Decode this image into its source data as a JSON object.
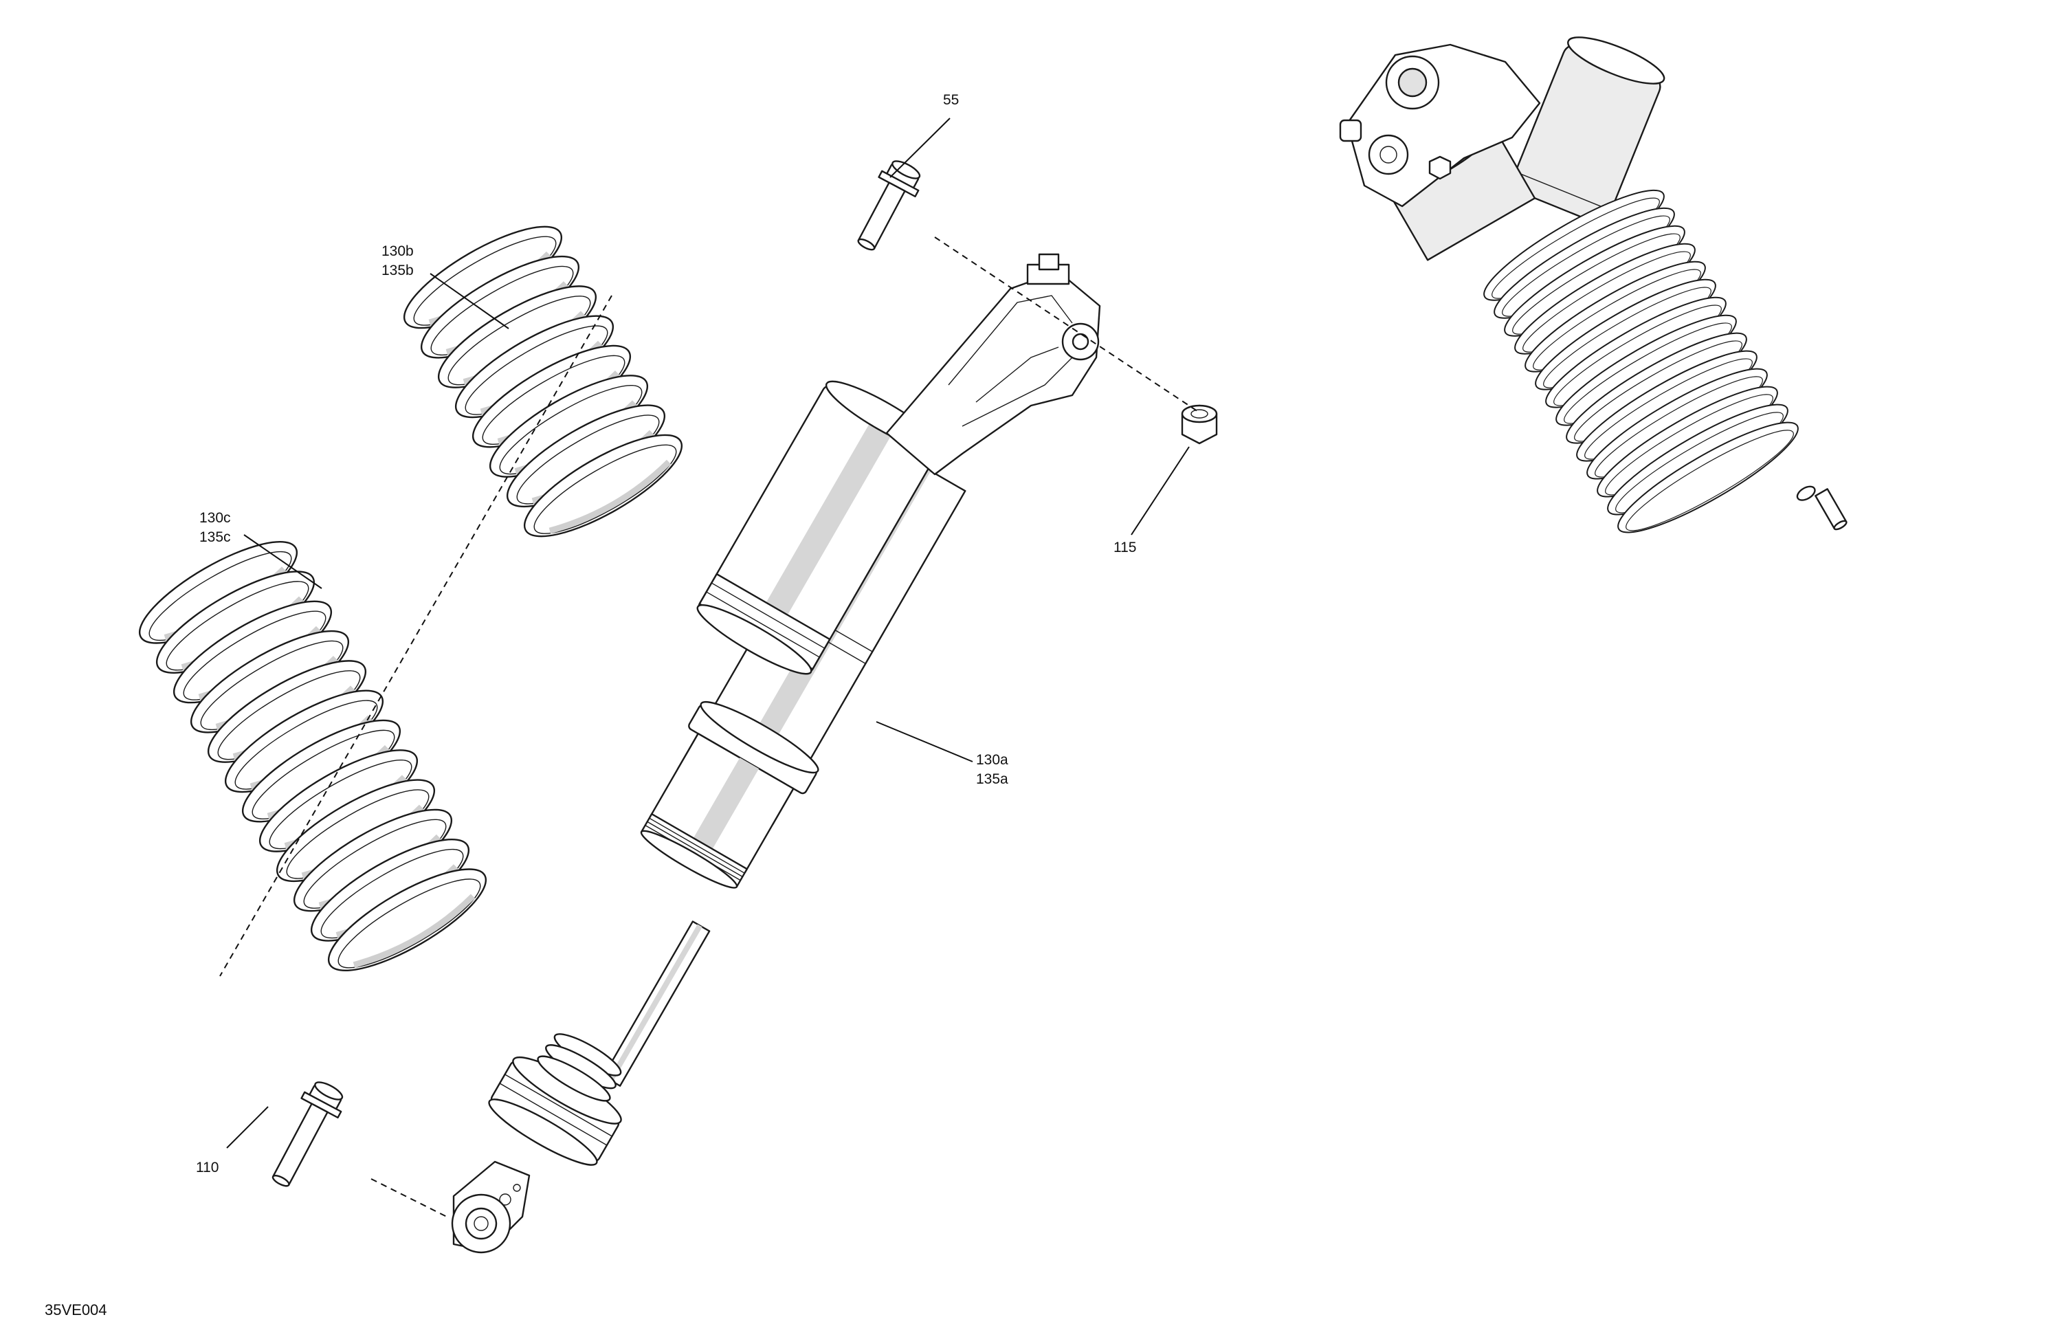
{
  "figure": {
    "reference": "35VE004"
  },
  "colors": {
    "line": "#1a1a1a",
    "shade": "#d2d2d2",
    "body_fill": "#ffffff",
    "light_fill": "#ececec"
  },
  "callouts": [
    {
      "id": "55",
      "lines": [
        "55"
      ]
    },
    {
      "id": "130b",
      "lines": [
        "130b",
        "135b"
      ]
    },
    {
      "id": "130c",
      "lines": [
        "130c",
        "135c"
      ]
    },
    {
      "id": "115",
      "lines": [
        "115"
      ]
    },
    {
      "id": "130a",
      "lines": [
        "130a",
        "135a"
      ]
    },
    {
      "id": "110",
      "lines": [
        "110"
      ]
    }
  ],
  "parts": [
    {
      "name": "upper-mounting-bolt",
      "callout": "55"
    },
    {
      "name": "upper-spring",
      "callout": "130b"
    },
    {
      "name": "lower-spring",
      "callout": "130c"
    },
    {
      "name": "lock-nut",
      "callout": "115"
    },
    {
      "name": "shock-absorber",
      "callout": "130a"
    },
    {
      "name": "lower-mounting-bolt",
      "callout": "110"
    },
    {
      "name": "assembled-shock-view",
      "callout": ""
    }
  ]
}
